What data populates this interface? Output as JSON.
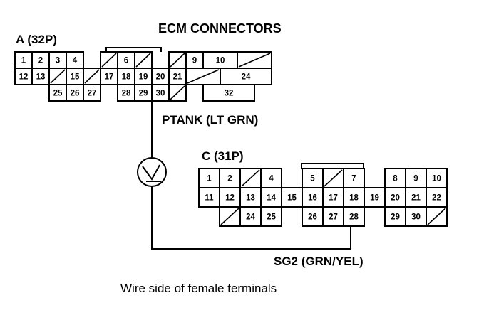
{
  "title": "ECM CONNECTORS",
  "connector_a": {
    "label": "A (32P)",
    "pins": [
      "1",
      "2",
      "3",
      "4",
      "6",
      "9",
      "10",
      "12",
      "13",
      "15",
      "17",
      "18",
      "19",
      "20",
      "21",
      "24",
      "25",
      "26",
      "27",
      "28",
      "29",
      "30",
      "32"
    ]
  },
  "connector_c": {
    "label": "C (31P)",
    "pins": [
      "1",
      "2",
      "4",
      "5",
      "7",
      "8",
      "9",
      "10",
      "11",
      "12",
      "13",
      "14",
      "15",
      "16",
      "17",
      "18",
      "19",
      "20",
      "21",
      "22",
      "24",
      "25",
      "26",
      "27",
      "28",
      "29",
      "30"
    ]
  },
  "wires": {
    "ptank": "PTANK (LT GRN)",
    "sg2": "SG2 (GRN/YEL)"
  },
  "meter_symbol": "V",
  "footer": "Wire side of female terminals"
}
